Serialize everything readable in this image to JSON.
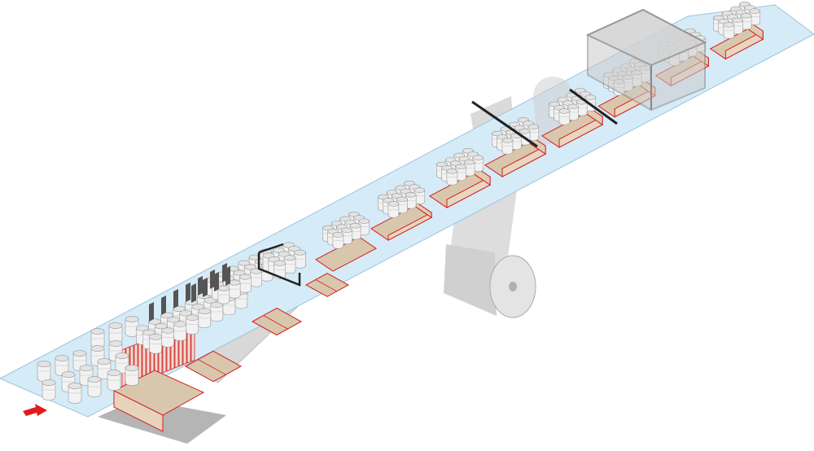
{
  "diagram": {
    "kind": "packaging-line-isometric",
    "colors": {
      "background": "#ffffff",
      "conveyor": "#d6ebf8",
      "conveyor_edge": "#9cc3dc",
      "can_body": "#f2f2f2",
      "can_top": "#e3e3e3",
      "can_stroke": "#9a9a9a",
      "tray_fill": "#d9c7ad",
      "tray_edge": "#d42020",
      "divider": "#555555",
      "film": "#d3d3d3",
      "film_dark": "#bdbdbd",
      "tunnel": "#c9c9c9",
      "tunnel_edge": "#888888",
      "shadow": "#b5b5b5",
      "arrow": "#e31b1b",
      "bar": "#222222"
    },
    "icons": {
      "direction": "red-arrow-icon"
    },
    "stations": [
      "can-infeed",
      "can-grouping-with-dividers",
      "group-guide-frame",
      "tray-folding",
      "tray-collation",
      "film-wrap",
      "shrink-tunnel",
      "finished-packs"
    ]
  }
}
